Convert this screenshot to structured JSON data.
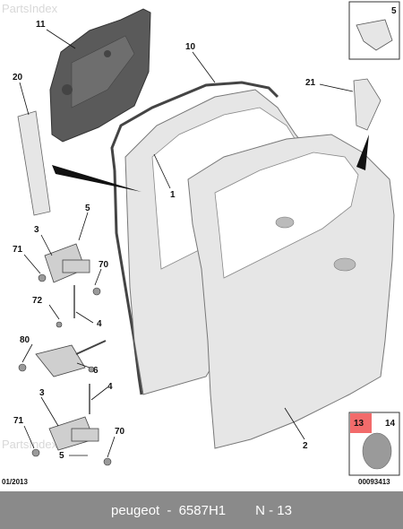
{
  "watermark": "PartsIndex",
  "date_code": "01/2013",
  "ref_code": "00093413",
  "callouts": {
    "n1": "1",
    "n2": "2",
    "n3a": "3",
    "n3b": "3",
    "n4a": "4",
    "n4b": "4",
    "n5a": "5",
    "n5b": "5",
    "n5box": "5",
    "n6": "6",
    "n10": "10",
    "n11": "11",
    "n13": "13",
    "n14": "14",
    "n20": "20",
    "n21": "21",
    "n70a": "70",
    "n70b": "70",
    "n71a": "71",
    "n71b": "71",
    "n72": "72",
    "n80": "80"
  },
  "footer": {
    "brand": "peugeot",
    "sep": " - ",
    "part": "6587H1",
    "page": "N - 13"
  },
  "colors": {
    "panel": "#e6e6e6",
    "highlight": "#f26b6b",
    "footer_bg": "#8a8a8a"
  }
}
